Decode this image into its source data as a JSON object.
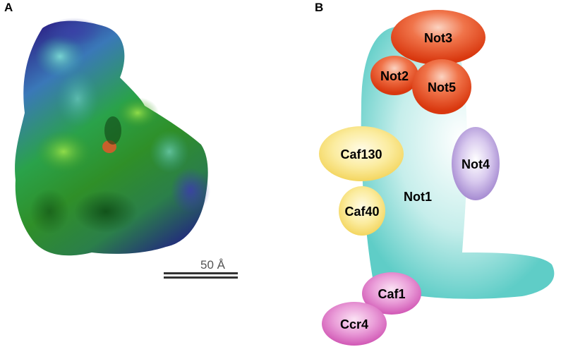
{
  "panels": {
    "a": {
      "label": "A",
      "scale_bar": "50 Å"
    },
    "b": {
      "label": "B"
    }
  },
  "subunits": {
    "not1": "Not1",
    "not3": "Not3",
    "not2": "Not2",
    "not5": "Not5",
    "not4": "Not4",
    "caf130": "Caf130",
    "caf40": "Caf40",
    "caf1": "Caf1",
    "ccr4": "Ccr4"
  },
  "colors": {
    "not1": "#5fcdc7",
    "not_module": "#e8431c",
    "not4": "#a98fd1",
    "caf": "#f6de6f",
    "deadenylase": "#d65fb8"
  }
}
